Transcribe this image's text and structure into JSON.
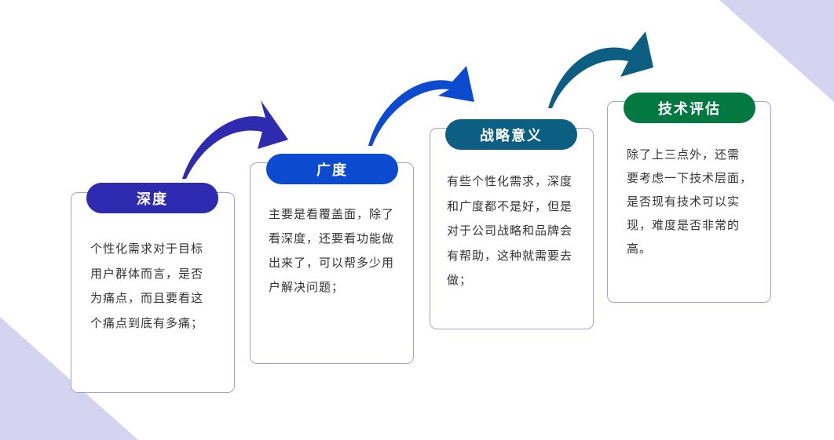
{
  "colors": {
    "background": "#ffffff",
    "corner_fill": "#d4d3f0",
    "card_border": "#a79fd8",
    "body_text": "#333333"
  },
  "steps": [
    {
      "title": "深度",
      "color": "#2e2bb0",
      "text": "个性化需求对于目标\n用户群体而言，是否\n为痛点，而且要看这\n个痛点到底有多痛；"
    },
    {
      "title": "广度",
      "color": "#0c4ad0",
      "text": "主要是看覆盖面，除了\n看深度，还要看功能做\n出来了，可以帮多少用\n户解决问题；"
    },
    {
      "title": "战略意义",
      "color": "#0c5f82",
      "text": "有些个性化需求，深度\n和广度都不是好，但是\n对于公司战略和品牌会\n有帮助，这种就需要去\n做；"
    },
    {
      "title": "技术评估",
      "color": "#037841",
      "text": "除了上三点外，还需\n要考虑一下技术层面，\n是否现有技术可以实\n现，难度是否非常的\n高。"
    }
  ],
  "arrows": [
    {
      "color": "#2e2bb0",
      "icon": "curved-arrow-icon"
    },
    {
      "color": "#0c4ad0",
      "icon": "curved-arrow-icon"
    },
    {
      "color": "#0c5f82",
      "icon": "curved-arrow-icon"
    }
  ]
}
